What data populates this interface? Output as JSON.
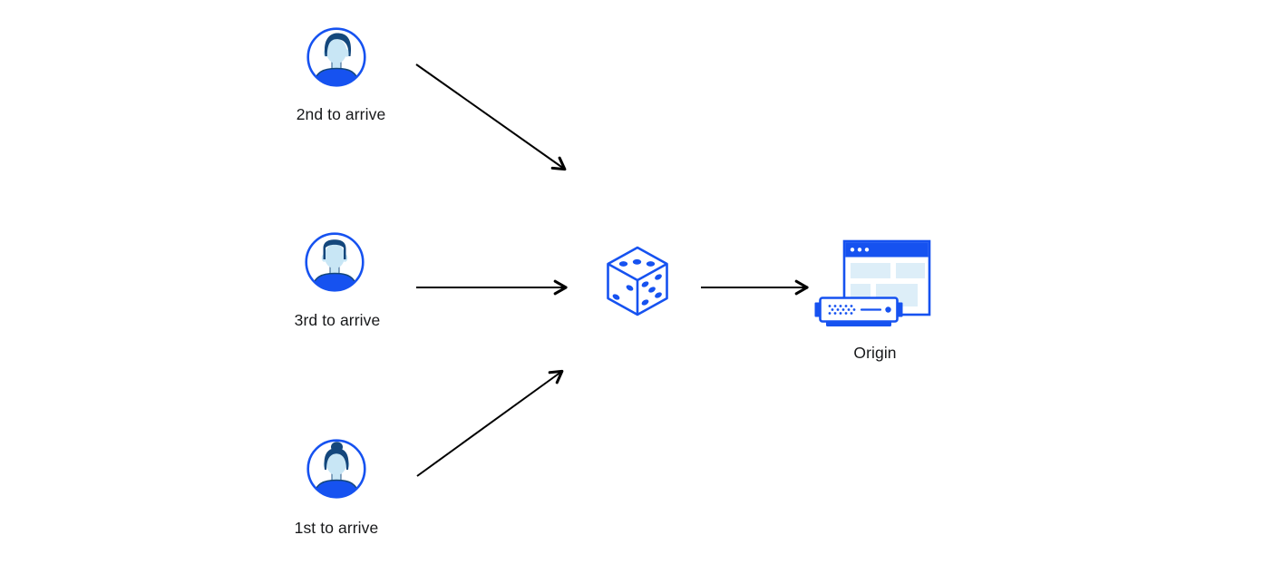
{
  "colors": {
    "primary_blue": "#1652f0",
    "hair_navy": "#14477c",
    "skin_light_blue": "#c8e6f5",
    "panel_light_blue": "#ddeef8",
    "arrow_black": "#000000",
    "text": "#17181a",
    "icon_bg_white": "#ffffff"
  },
  "visitors": [
    {
      "label": "2nd to arrive",
      "icon": "avatar-male-swept-hair-icon"
    },
    {
      "label": "3rd to arrive",
      "icon": "avatar-male-short-hair-icon"
    },
    {
      "label": "1st to arrive",
      "icon": "avatar-female-bun-icon"
    }
  ],
  "steering": {
    "icon": "dice-icon"
  },
  "origin": {
    "label": "Origin",
    "icon": "origin-server-icon"
  },
  "arrows": [
    {
      "from": "visitor-2nd-to-arrive",
      "to": "dice"
    },
    {
      "from": "visitor-3rd-to-arrive",
      "to": "dice"
    },
    {
      "from": "visitor-1st-to-arrive",
      "to": "dice"
    },
    {
      "from": "dice",
      "to": "origin"
    }
  ]
}
